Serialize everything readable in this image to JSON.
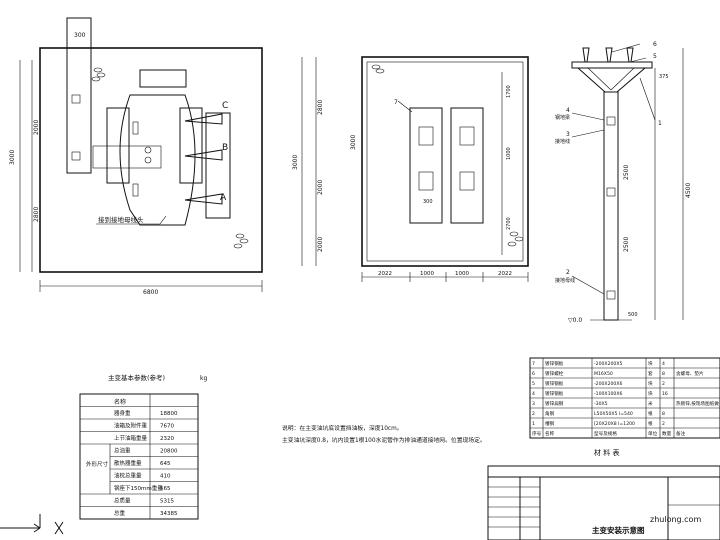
{
  "plan1": {
    "dims": {
      "w1": "6800",
      "h_left": "3000",
      "h_a": "2000",
      "h_b": "2800",
      "top": "300"
    },
    "phases": {
      "a": "A",
      "b": "B",
      "c": "C"
    },
    "note": "接到接地母线头"
  },
  "plan2": {
    "dims": {
      "h_total": "3000",
      "h_a": "2800",
      "h_b": "2000",
      "h_c": "2000",
      "h_d": "3000",
      "bottom1": "2022",
      "bottom2": "1000",
      "bottom3": "1000",
      "bottom4": "2022",
      "v1": "1700",
      "v2": "1000",
      "v3": "2700",
      "small": "300"
    },
    "callout": "7"
  },
  "elevation": {
    "callouts": [
      "6",
      "5",
      "1",
      "4",
      "3",
      "2"
    ],
    "labels": {
      "l1": "钢地梁",
      "l2": "接地线",
      "l3": "接地母线",
      "zero": "▽0.0"
    },
    "dims": {
      "top": "4500",
      "mid": "2500",
      "bot": "2500",
      "d1": "375",
      "d2": "500"
    }
  },
  "params": {
    "title": "主变基本参数(参考)",
    "unit_col": "kg",
    "headers": {
      "name": "名称",
      "value": ""
    },
    "group_label": "外形尺寸",
    "rows": [
      {
        "name": "器身重",
        "value": "18800"
      },
      {
        "name": "油箱及附件重",
        "value": "7670"
      },
      {
        "name": "上节油箱重量",
        "value": "2320"
      },
      {
        "name": "总油重",
        "value": "20800"
      },
      {
        "name": "散热器重量",
        "value": "645"
      },
      {
        "name": "油枕总重量",
        "value": "410"
      },
      {
        "name": "钢座下150mm重量",
        "value": "565"
      },
      {
        "name": "总质量",
        "value": "5315"
      },
      {
        "name": "总重",
        "value": "34385"
      }
    ]
  },
  "notes": {
    "line1": "说明：在主变油坑底设置挡油板，深度10cm。",
    "line2": "主变油坑深度0.8，坑内设置1根100水泥管作为排油通道接地网。位置现场定。"
  },
  "materials": {
    "title": "材  料  表",
    "headers": [
      "序号",
      "名称",
      "型号及规格",
      "单位",
      "数量",
      "备注"
    ],
    "rows": [
      [
        "7",
        "镀锌钢板",
        "-200X200X5",
        "块",
        "4",
        ""
      ],
      [
        "6",
        "镀锌螺栓",
        "M16X50",
        "套",
        "8",
        "含螺母、垫片"
      ],
      [
        "5",
        "镀锌钢板",
        "-200X200X6",
        "块",
        "2",
        ""
      ],
      [
        "4",
        "镀锌钢板",
        "-100X100X6",
        "块",
        "16",
        ""
      ],
      [
        "3",
        "镀锌扁钢",
        "-30X5",
        "米",
        "",
        "热镀锌,按现场图纸做"
      ],
      [
        "2",
        "角钢",
        "L50X50X5 l=540",
        "根",
        "8",
        ""
      ],
      [
        "1",
        "槽钢",
        "[20X20X8 l=1200",
        "根",
        "2",
        ""
      ]
    ]
  },
  "titleblock": {
    "drawing_title": "主变安装示意图",
    "watermark": "zhulong.com"
  }
}
